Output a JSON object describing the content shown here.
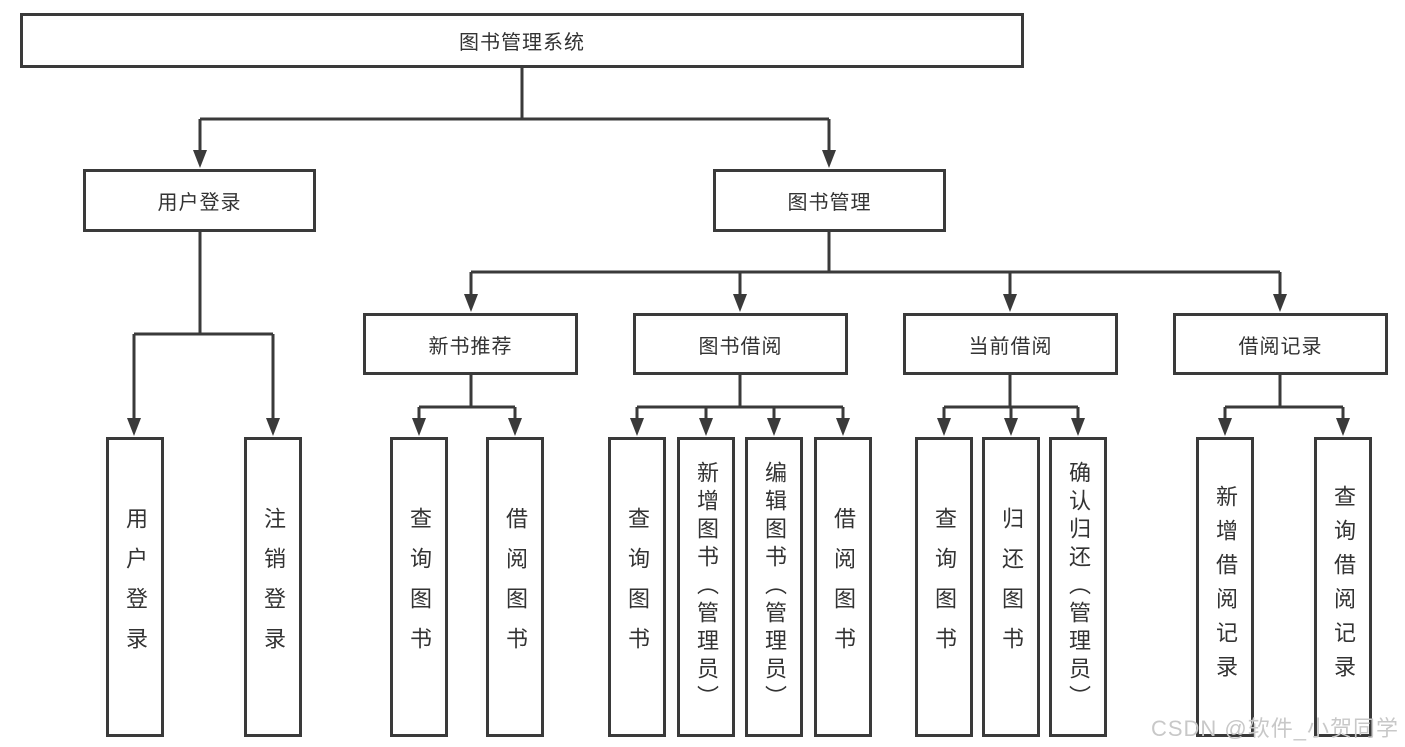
{
  "tree": {
    "root": {
      "label": "图书管理系统",
      "children": [
        {
          "label": "用户登录",
          "children": [
            {
              "label": "用户登录"
            },
            {
              "label": "注销登录"
            }
          ]
        },
        {
          "label": "图书管理",
          "children": [
            {
              "label": "新书推荐",
              "children": [
                {
                  "label": "查询图书"
                },
                {
                  "label": "借阅图书"
                }
              ]
            },
            {
              "label": "图书借阅",
              "children": [
                {
                  "label": "查询图书"
                },
                {
                  "label": "新增图书（管理员）"
                },
                {
                  "label": "编辑图书（管理员）"
                },
                {
                  "label": "借阅图书"
                }
              ]
            },
            {
              "label": "当前借阅",
              "children": [
                {
                  "label": "查询图书"
                },
                {
                  "label": "归还图书"
                },
                {
                  "label": "确认归还（管理员）"
                }
              ]
            },
            {
              "label": "借阅记录",
              "children": [
                {
                  "label": "新增借阅记录"
                },
                {
                  "label": "查询借阅记录"
                }
              ]
            }
          ]
        }
      ]
    }
  },
  "watermark": {
    "text": "CSDN @软件_小贺同学"
  },
  "colors": {
    "line": "#3a3a3a",
    "text": "#333333",
    "watermark": "#c8c8c8",
    "background": "#ffffff"
  }
}
